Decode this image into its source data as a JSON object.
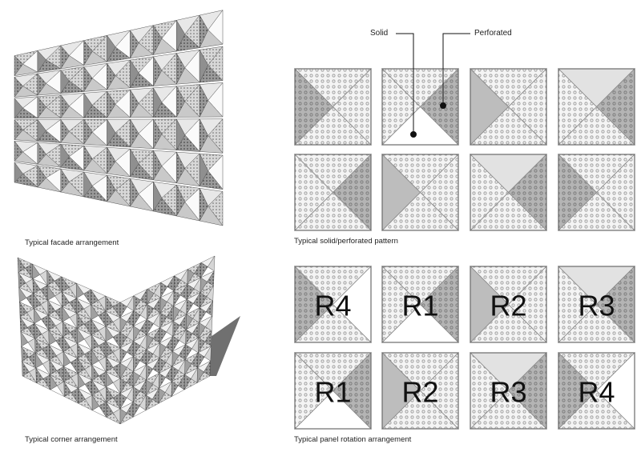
{
  "captions": {
    "facade": "Typical facade arrangement",
    "corner": "Typical corner arrangement",
    "pattern": "Typical solid/perforated pattern",
    "rotation": "Typical panel rotation arrangement"
  },
  "callouts": {
    "solid": "Solid",
    "perforated": "Perforated"
  },
  "colors": {
    "solid_light": "#e6e6e6",
    "solid_dark": "#bdbdbd",
    "perforated_bg": "#f2f2f2",
    "perforated_dark": "#9e9e9e",
    "frame": "#777777",
    "ink": "#111111"
  },
  "pattern_rows": [
    [
      "p",
      "p",
      "p",
      "p"
    ],
    [
      "p",
      "p",
      "p",
      "p"
    ]
  ],
  "rotation_rows": [
    [
      "R4",
      "R1",
      "R2",
      "R3"
    ],
    [
      "R1",
      "R2",
      "R3",
      "R4"
    ]
  ]
}
